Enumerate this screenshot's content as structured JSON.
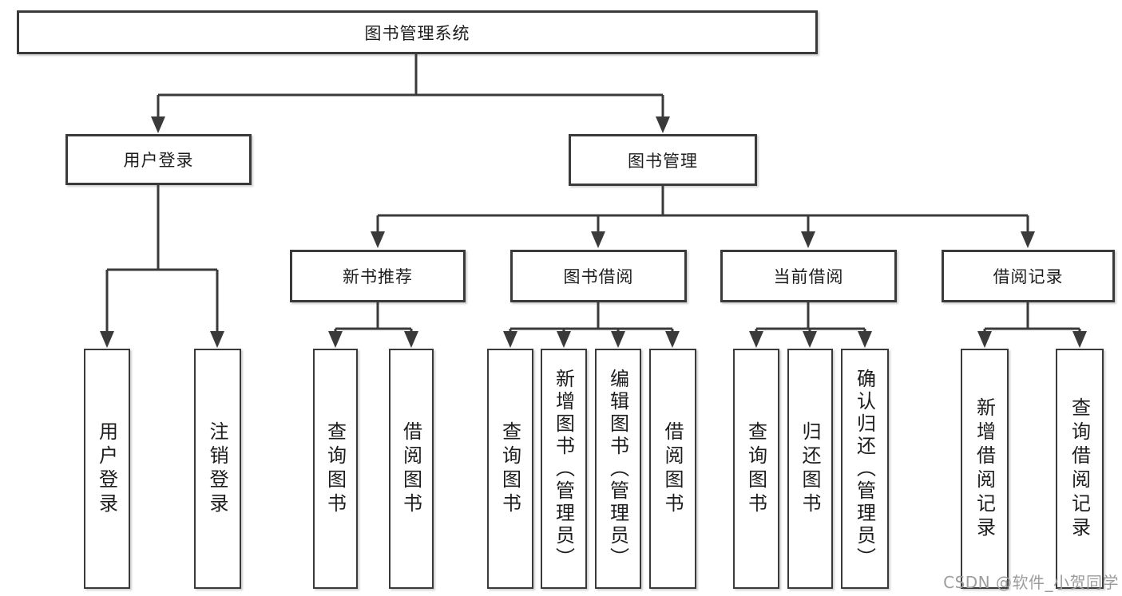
{
  "colors": {
    "line": "#3a3a3a",
    "text": "#1d1d1f",
    "watermark": "#9c9c9c",
    "background": "#ffffff"
  },
  "watermark": {
    "text": "CSDN @软件_小贺同学"
  },
  "tree": {
    "label": "图书管理系统",
    "children": [
      {
        "label": "用户登录",
        "children": [
          {
            "label": "用户登录"
          },
          {
            "label": "注销登录"
          }
        ]
      },
      {
        "label": "图书管理",
        "children": [
          {
            "label": "新书推荐",
            "children": [
              {
                "label": "查询图书"
              },
              {
                "label": "借阅图书"
              }
            ]
          },
          {
            "label": "图书借阅",
            "children": [
              {
                "label": "查询图书"
              },
              {
                "label": "新增图书（管理员）"
              },
              {
                "label": "编辑图书（管理员）"
              },
              {
                "label": "借阅图书"
              }
            ]
          },
          {
            "label": "当前借阅",
            "children": [
              {
                "label": "查询图书"
              },
              {
                "label": "归还图书"
              },
              {
                "label": "确认归还（管理员）"
              }
            ]
          },
          {
            "label": "借阅记录",
            "children": [
              {
                "label": "新增借阅记录"
              },
              {
                "label": "查询借阅记录"
              }
            ]
          }
        ]
      }
    ]
  }
}
